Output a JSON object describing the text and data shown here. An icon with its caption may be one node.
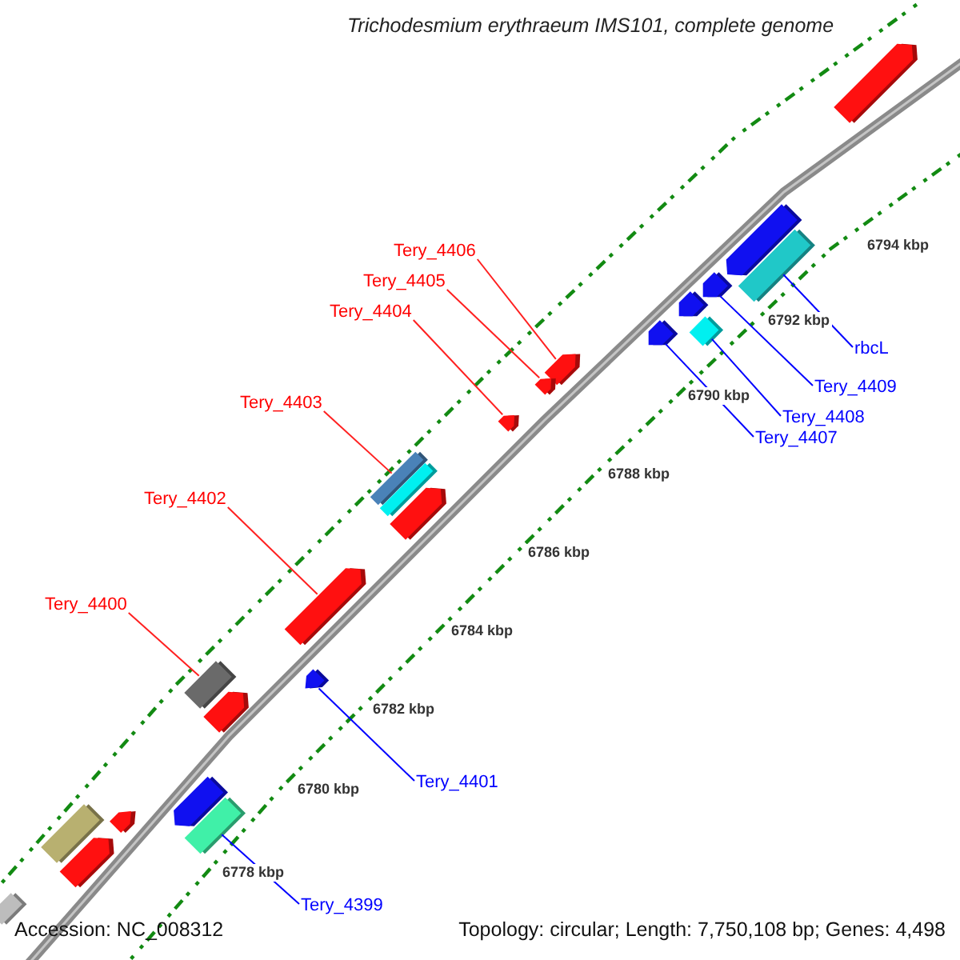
{
  "diagram": {
    "title": "Trichodesmium erythraeum IMS101, complete genome",
    "nodes": [
      {
        "text": [
          "Tery_4406"
        ]
      },
      {
        "text": [
          "Tery_4405"
        ]
      },
      {
        "text": [
          "Tery_4404"
        ]
      },
      {
        "text": [
          "Tery_4403"
        ]
      },
      {
        "text": [
          "Tery_4402"
        ]
      },
      {
        "text": [
          "Tery_4400"
        ]
      },
      {
        "text": [
          "rbcL"
        ]
      },
      {
        "text": [
          "Tery_4409"
        ]
      },
      {
        "text": [
          "Tery_4408"
        ]
      },
      {
        "text": [
          "Tery_4407"
        ]
      },
      {
        "text": [
          "Tery_4401"
        ]
      },
      {
        "text": [
          "Tery_4399"
        ]
      },
      {
        "text": [],
        "shape": "bar"
      },
      {
        "text": [],
        "shape": "bar"
      },
      {
        "text": [],
        "shape": "bar"
      },
      {
        "text": [],
        "shape": "bar"
      },
      {
        "text": [],
        "shape": "bar"
      },
      {
        "text": [],
        "shape": "bar"
      },
      {
        "text": [],
        "shape": "bar"
      },
      {
        "text": [],
        "shape": "bar"
      },
      {
        "text": [],
        "shape": "bar"
      },
      {
        "text": [],
        "shape": "bar"
      },
      {
        "text": [],
        "shape": "bar"
      },
      {
        "text": [],
        "shape": "bar"
      },
      {
        "text": [],
        "shape": "bar"
      },
      {
        "text": [],
        "shape": "bar"
      },
      {
        "text": [],
        "shape": "bar"
      },
      {
        "text": [],
        "shape": "bar"
      },
      {
        "text": [],
        "shape": "bar"
      },
      {
        "text": [],
        "shape": "bar"
      },
      {
        "text": [],
        "shape": "bar"
      },
      {
        "text": [],
        "shape": "bar"
      },
      {
        "text": [],
        "shape": "bar"
      },
      {
        "text": [],
        "shape": "bar"
      },
      {
        "text": [],
        "shape": "bar"
      }
    ],
    "edges": [
      {
        "from": 0,
        "to": 12,
        "arrow": "none"
      },
      {
        "from": 1,
        "to": 13,
        "arrow": "none"
      },
      {
        "from": 2,
        "to": 14,
        "arrow": "none"
      },
      {
        "from": 3,
        "to": 15,
        "arrow": "none"
      },
      {
        "from": 4,
        "to": 16,
        "arrow": "none"
      },
      {
        "from": 5,
        "to": 17,
        "arrow": "none"
      },
      {
        "from": 6,
        "to": 18,
        "arrow": "none",
        "color": "#0000ff"
      },
      {
        "from": 7,
        "to": 19,
        "arrow": "none",
        "color": "#0000ff"
      },
      {
        "from": 8,
        "to": 20,
        "arrow": "none",
        "color": "#0000ff"
      },
      {
        "from": 9,
        "to": 21,
        "arrow": "none",
        "color": "#0000ff"
      },
      {
        "from": 10,
        "to": 22,
        "arrow": "none",
        "color": "#0000ff"
      },
      {
        "from": 11,
        "to": 23,
        "arrow": "none",
        "color": "#0000ff"
      }
    ],
    "labels": [
      "6794 kbp",
      "6792 kbp",
      "6790 kbp",
      "6788 kbp",
      "6786 kbp",
      "6784 kbp",
      "6782 kbp",
      "6780 kbp",
      "6778 kbp",
      "Accession: NC_008312",
      "Topology: circular; Length: 7,750,108 bp; Genes: 4,498"
    ]
  }
}
